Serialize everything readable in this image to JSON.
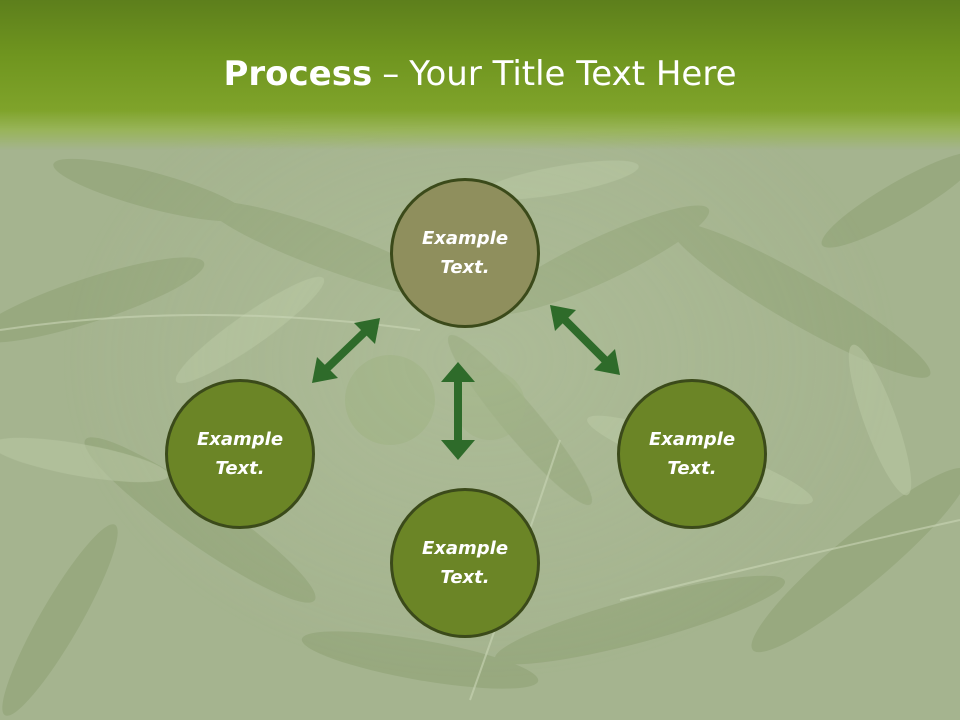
{
  "title": {
    "bold": "Process",
    "separator": "–",
    "rest": "Your Title Text Here"
  },
  "nodes": {
    "top": "Example\nText.",
    "left": "Example\nText.",
    "right": "Example\nText.",
    "bottom": "Example\nText."
  },
  "colors": {
    "header": "#6f951f",
    "node_top": "#8f8f5d",
    "node_fill": "#6b8526",
    "node_border": "#3b4a1a",
    "arrow": "#2e6b2a"
  }
}
